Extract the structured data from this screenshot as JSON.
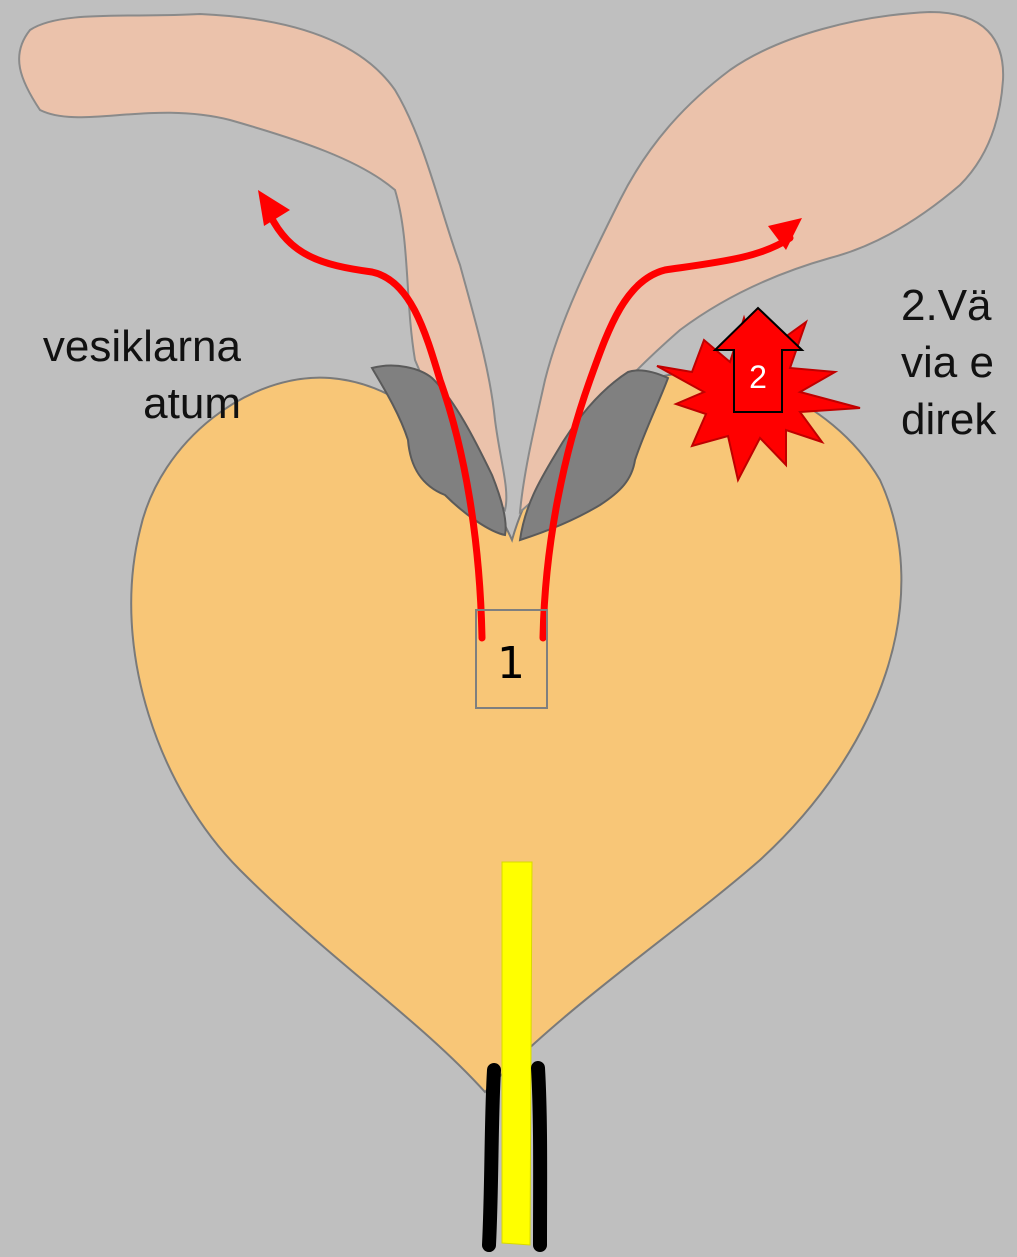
{
  "labels": {
    "left_lines": [
      "vesiklarna",
      "atum"
    ],
    "right_lines": [
      "2.Vä",
      "via e",
      "direk"
    ],
    "box_number": "1",
    "arrow_number": "2"
  },
  "colors": {
    "background": "#bfbfbf",
    "prostate": "#f8c677",
    "vesicles": "#ebc2ab",
    "ducts": "#808080",
    "paths": "#ff0000",
    "urethra": "#ffff00",
    "sphincter": "#000000"
  }
}
